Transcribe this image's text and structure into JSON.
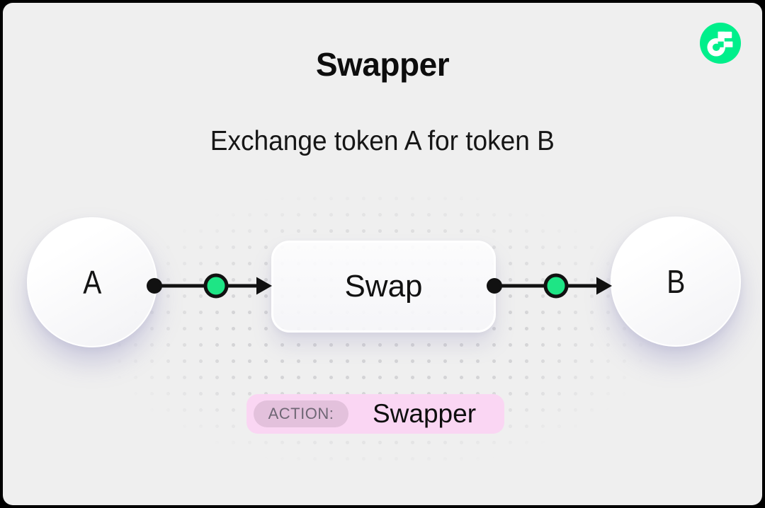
{
  "header": {
    "title": "Swapper",
    "subtitle": "Exchange token A for token B"
  },
  "logo": {
    "name": "flow-logo"
  },
  "diagram": {
    "nodes": [
      {
        "id": "token-a",
        "label": "A",
        "shape": "circle"
      },
      {
        "id": "swap",
        "label": "Swap",
        "shape": "rounded-rect"
      },
      {
        "id": "token-b",
        "label": "B",
        "shape": "circle"
      }
    ],
    "edges": [
      {
        "from": "token-a",
        "to": "swap",
        "style": "dot-greencircle-arrow"
      },
      {
        "from": "swap",
        "to": "token-b",
        "style": "dot-greencircle-arrow"
      }
    ]
  },
  "badge": {
    "label": "ACTION:",
    "value": "Swapper"
  },
  "colors": {
    "frame": "#000000",
    "card_background": "#efefef",
    "dot_pattern": "#d4d4d6",
    "accent_green": "#1ee585",
    "flow_logo_green": "#00ef8b",
    "badge_pink": "#fad6f3",
    "badge_label_pink": "#e3c1dc",
    "badge_label_text": "#6f6775",
    "text": "#111111"
  }
}
